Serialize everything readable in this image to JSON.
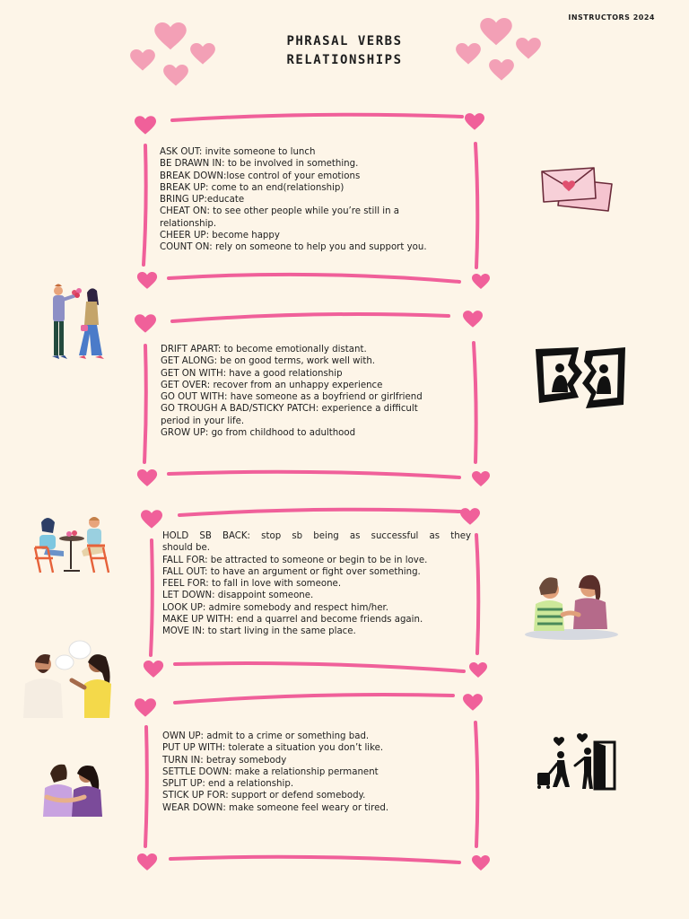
{
  "header": {
    "brand": "INSTRUCTORS 2024",
    "title_line1": "PHRASAL VERBS",
    "title_line2": "RELATIONSHIPS"
  },
  "colors": {
    "background": "#fdf5e8",
    "frame_pink": "#f0609a",
    "heart_pink": "#f3a0b6",
    "text": "#1e1e1e"
  },
  "boxes": [
    {
      "lines": [
        "ASK OUT: invite someone to lunch",
        "BE DRAWN IN: to be involved in something.",
        "BREAK DOWN:lose control of your emotions",
        "BREAK UP: come to an end(relationship)",
        "BRING UP:educate",
        "CHEAT ON: to see other people while you’re still in a",
        "relationship.",
        "CHEER UP: become happy",
        "COUNT ON: rely on someone to help you and support you."
      ]
    },
    {
      "lines": [
        "DRIFT APART: to become emotionally distant.",
        "GET ALONG: be on good terms, work well with.",
        "GET ON WITH: have a good relationship",
        "GET OVER: recover from an unhappy experience",
        "GO OUT WITH: have someone as a boyfriend or girlfriend",
        "GO TROUGH A BAD/STICKY PATCH: experience a difficult",
        "period in your life.",
        "GROW UP: go from childhood to adulthood"
      ]
    },
    {
      "lines": [
        "HOLD SB BACK: stop sb being as successful as they",
        "should be.",
        "FALL FOR: be attracted to someone or begin to be in love.",
        "FALL OUT: to have an argument or fight over something.",
        "FEEL FOR: to fall in love with someone.",
        "LET DOWN: disappoint someone.",
        "LOOK UP: admire somebody and respect him/her.",
        "MAKE UP WITH: end a quarrel and become friends again.",
        "MOVE IN: to start living in the same place."
      ]
    },
    {
      "lines": [
        "OWN UP: admit to a crime or something bad.",
        "PUT UP WITH: tolerate a situation you don’t like.",
        "TURN IN: betray somebody",
        "SETTLE DOWN: make a relationship permanent",
        "SPLIT UP: end a relationship.",
        "STICK UP FOR: support or defend somebody.",
        "WEAR DOWN: make someone feel weary or tired."
      ]
    }
  ],
  "icons": {
    "love_letter": "envelope-heart-icon",
    "torn_photo": "torn-photo-icon",
    "couple_flowers": "couple-flowers-illustration",
    "cafe_date": "cafe-date-illustration",
    "comforting_friends": "comforting-friends-illustration",
    "chatting_couple": "chatting-couple-illustration",
    "hugging_women": "hugging-women-illustration",
    "leaving_home": "leaving-home-icon"
  }
}
